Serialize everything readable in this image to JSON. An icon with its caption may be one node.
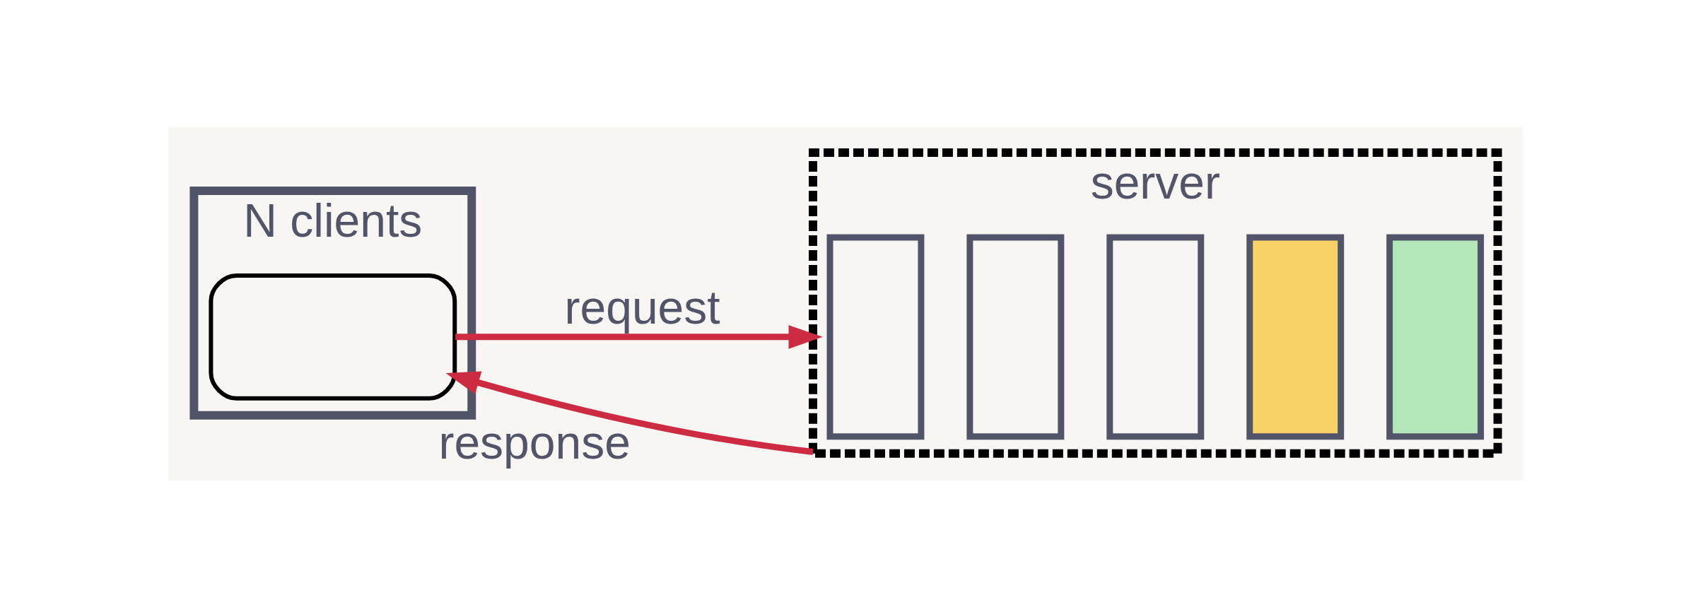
{
  "diagram": {
    "nodes": [
      {
        "text": [
          "N clients"
        ]
      },
      {
        "text": [],
        "shape": "box",
        "in": 0
      },
      {
        "text": [
          "server"
        ]
      },
      {
        "text": [],
        "shape": "box",
        "in": 2
      },
      {
        "text": [],
        "shape": "box",
        "in": 2
      },
      {
        "text": [],
        "shape": "box",
        "in": 2
      },
      {
        "text": [],
        "shape": "box",
        "in": 2
      },
      {
        "text": [],
        "shape": "box",
        "in": 2
      }
    ],
    "edges": [
      {
        "from": 1,
        "to": 2,
        "arrow": "to",
        "label": "request"
      },
      {
        "from": 2,
        "to": 1,
        "arrow": "to",
        "label": "response"
      }
    ]
  }
}
